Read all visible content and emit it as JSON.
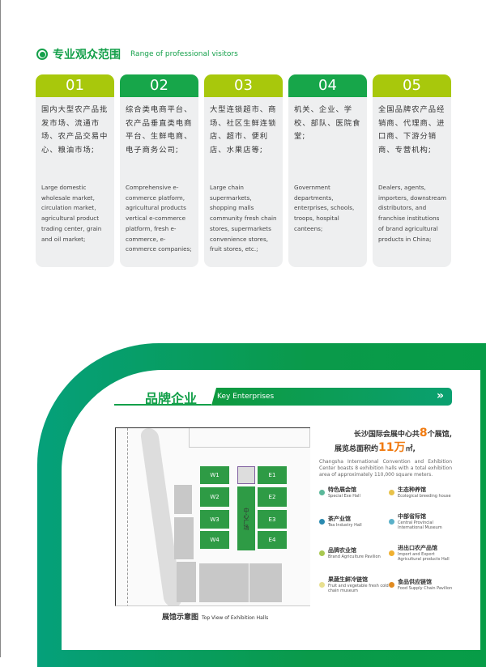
{
  "visitors": {
    "title": "专业观众范围",
    "subtitle": "Range of professional visitors",
    "cards": [
      {
        "num": "01",
        "zh": "国内大型农产品批发市场、流通市场、农产品交易中心、粮油市场;",
        "en": "Large domestic wholesale market, circulation market, agricultural product trading center, grain and oil market;",
        "color": "#a8c80c"
      },
      {
        "num": "02",
        "zh": "综合类电商平台、农产品垂直类电商平台、生鲜电商、电子商务公司;",
        "en": "Comprehensive e-commerce platform, agricultural products vertical e-commerce platform, fresh e-commerce, e-commerce companies;",
        "color": "#17a64a"
      },
      {
        "num": "03",
        "zh": "大型连锁超市、商场、社区生鲜连锁店、超市、便利店、水果店等;",
        "en": "Large chain supermarkets, shopping malls community fresh chain stores, supermarkets convenience stores, fruit stores, etc.;",
        "color": "#a8c80c"
      },
      {
        "num": "04",
        "zh": "机关、企业、学校、部队、医院食堂;",
        "en": "Government departments, enterprises, schools, troops, hospital canteens;",
        "color": "#17a64a"
      },
      {
        "num": "05",
        "zh": "全国品牌农产品经销商、代理商、进口商、下游分销商、专营机构;",
        "en": "Dealers, agents, importers, downstream distributors, and franchise institutions of brand agricultural products in China;",
        "color": "#a8c80c"
      }
    ]
  },
  "enterprises": {
    "title": "品牌企业",
    "subtitle": "Key Enterprises",
    "more": "»"
  },
  "map": {
    "halls": [
      "W1",
      "W2",
      "W3",
      "W4",
      "E1",
      "E2",
      "E3",
      "E4"
    ],
    "center": "中心广场",
    "caption_zh": "展馆示意图",
    "caption_en": "Top View of Exhibition Halls"
  },
  "info": {
    "line1_pre": "长沙国际会展中心共",
    "line1_num": "8",
    "line1_post": "个展馆,",
    "line2_pre": "展览总面积约",
    "line2_num": "11万",
    "line2_post": "㎡,",
    "desc": "Changsha International Convention and Exhibition Center boasts 8 exhibition halls with a total exhibition area of approximately 110,000 square meters.",
    "legend": [
      {
        "zh": "特色展会馆",
        "en": "Special Exe Hall",
        "color": "#5bb89a"
      },
      {
        "zh": "生态种养馆",
        "en": "Ecological breeding house",
        "color": "#e8c24a"
      },
      {
        "zh": "茶产业馆",
        "en": "Tea Industry Hall",
        "color": "#2a8ab0"
      },
      {
        "zh": "中部省际馆",
        "en": "Central Provincial International Museum",
        "color": "#5ab0c8"
      },
      {
        "zh": "品牌农业馆",
        "en": "Brand Agriculture Pavilion",
        "color": "#a8c850"
      },
      {
        "zh": "进出口农产品馆",
        "en": "Import and Export Agricultural products Hall",
        "color": "#f0b030"
      },
      {
        "zh": "果蔬生鲜冷链馆",
        "en": "Fruit and vegetable fresh cold chain museum",
        "color": "#e8e090"
      },
      {
        "zh": "食品供应链馆",
        "en": "Food Supply Chain Pavilion",
        "color": "#e08a20"
      }
    ]
  }
}
